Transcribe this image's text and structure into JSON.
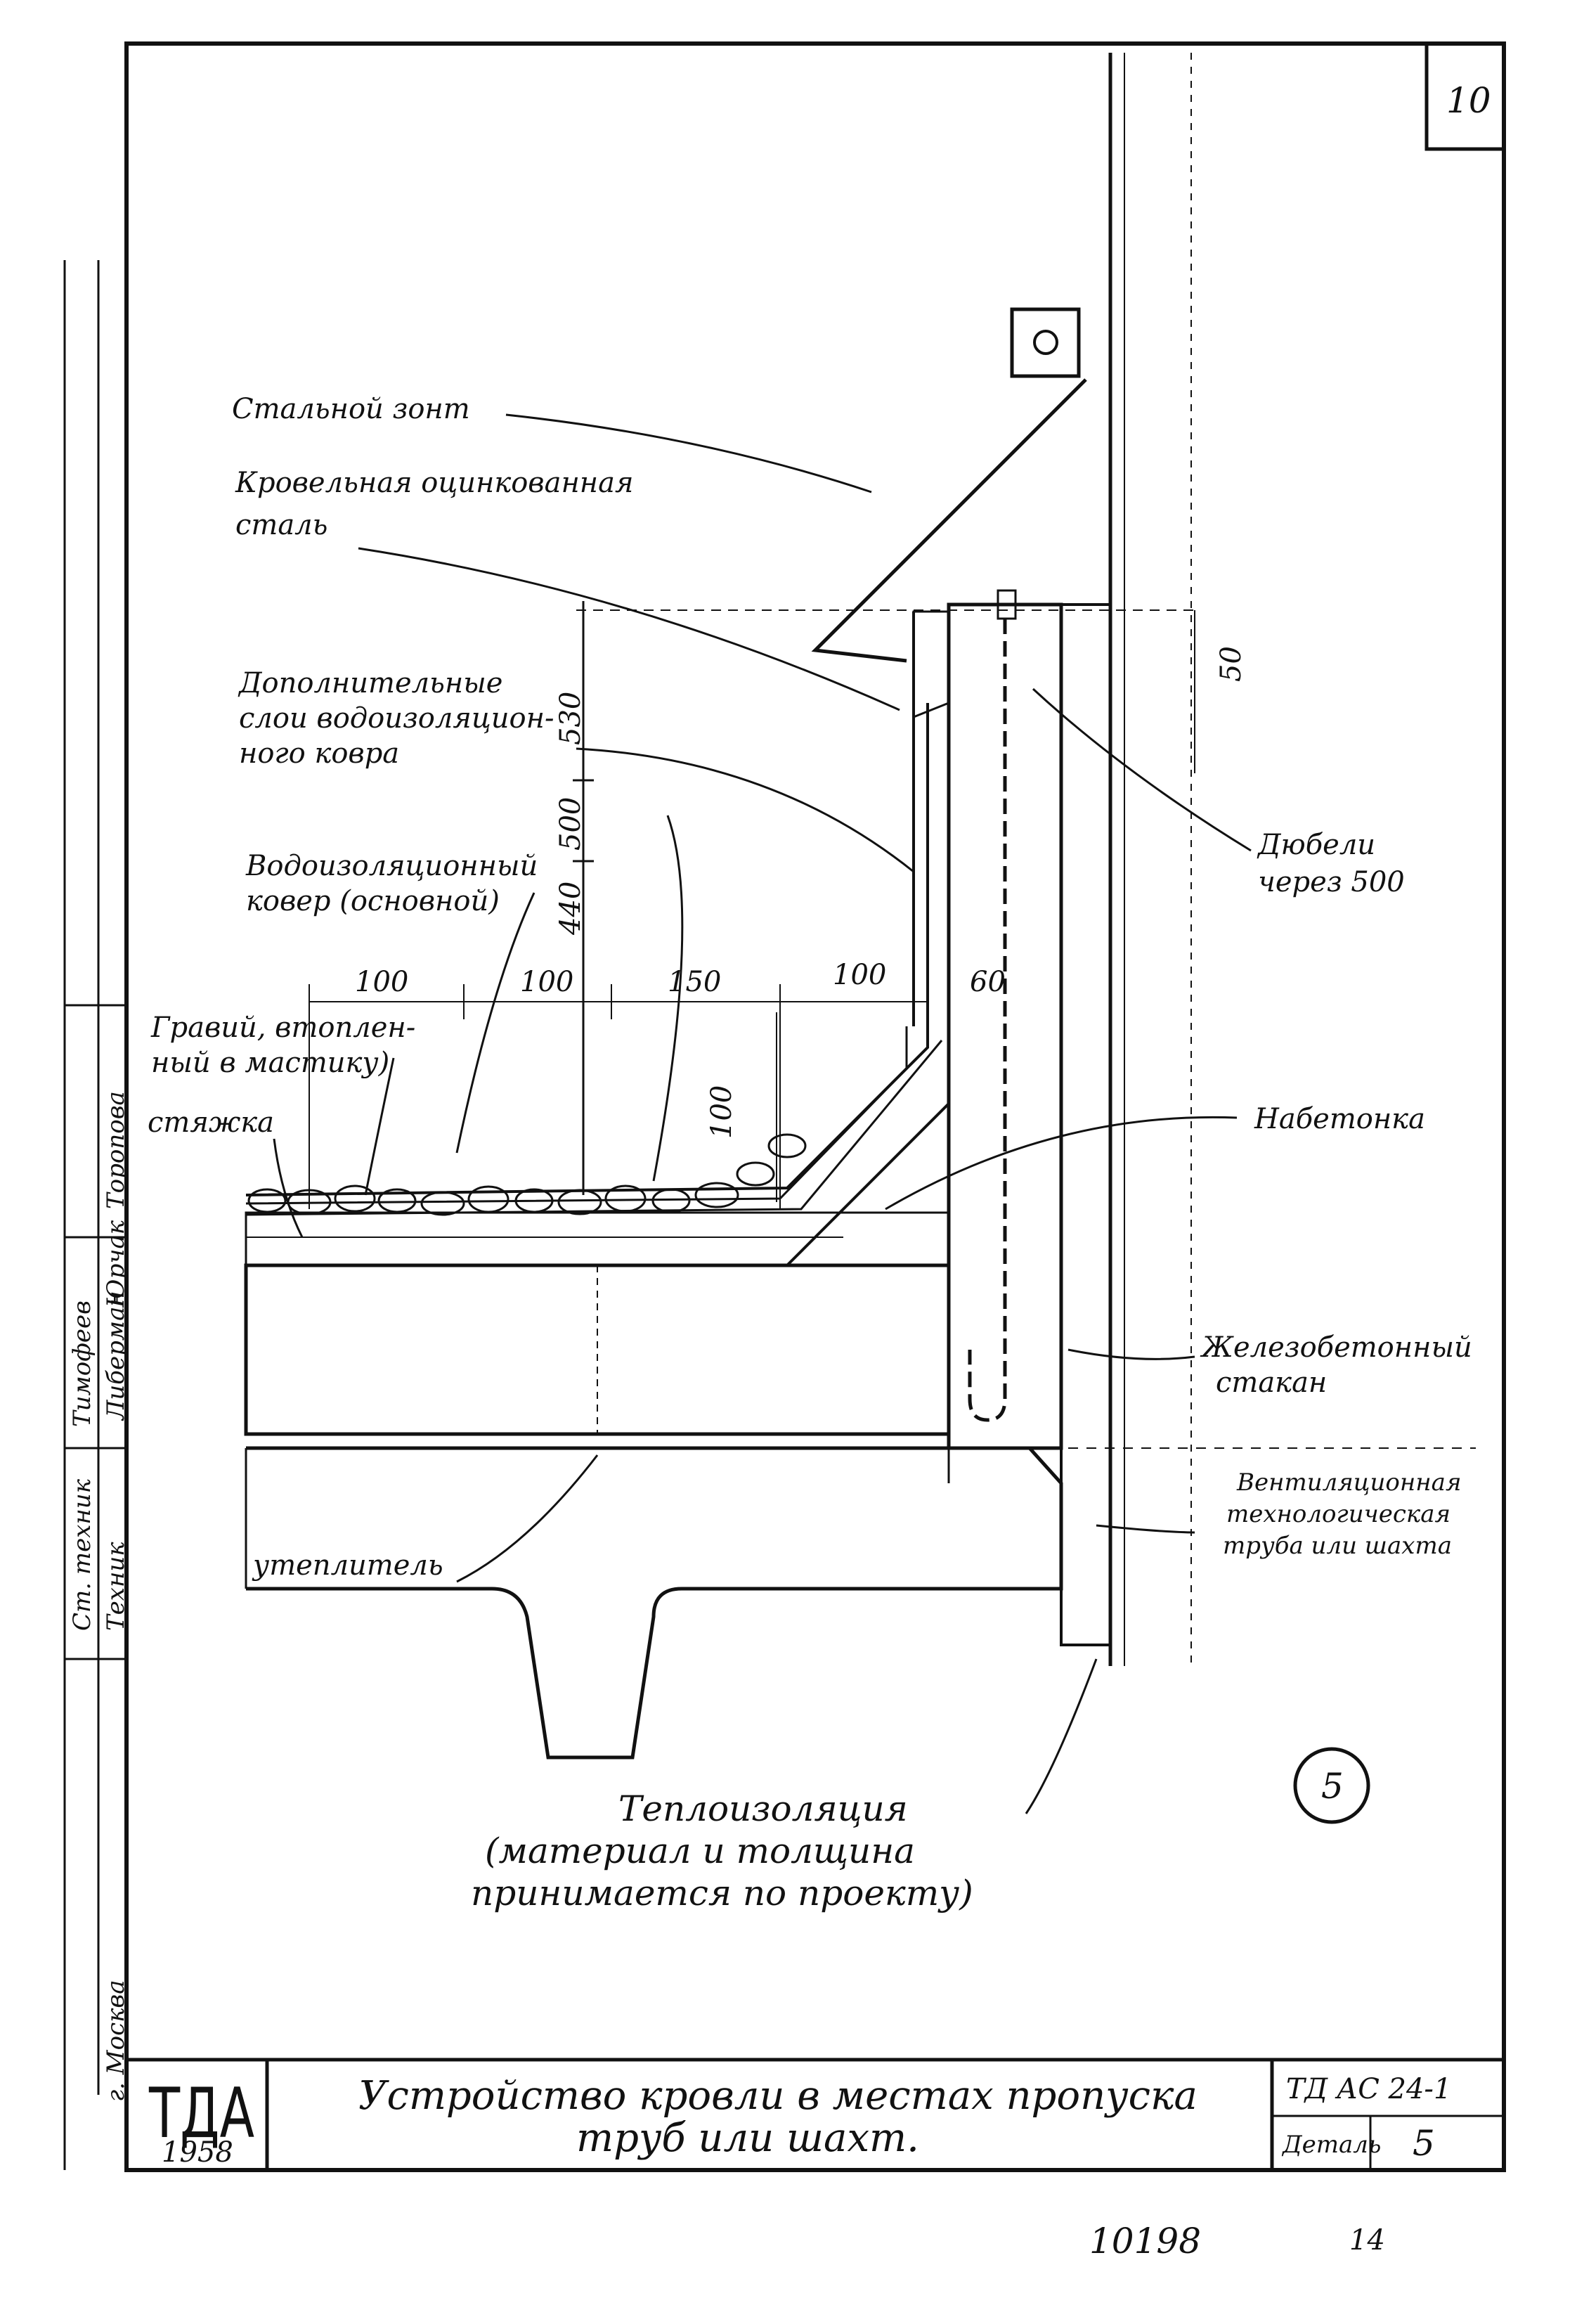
{
  "sheet": {
    "page_number": "10",
    "archive_number": "10198",
    "archive_suffix": "14"
  },
  "labels": {
    "steel_umbrella": "Стальной зонт",
    "roof_steel_1": "Кровельная оцинкованная",
    "roof_steel_2": "сталь",
    "extra_layers_1": "Дополнительные",
    "extra_layers_2": "слои водоизоляцион-",
    "extra_layers_3": "ного ковра",
    "main_carpet_1": "Водоизоляционный",
    "main_carpet_2": "ковер (основной)",
    "gravel_1": "Гравий, втоплен-",
    "gravel_2": "ный в мастику)",
    "screed": "стяжка",
    "insulation": "утеплитель",
    "dowels_1": "Дюбели",
    "dowels_2": "через 500",
    "concrete_topping": "Набетонка",
    "rc_sleeve_1": "Железобетонный",
    "rc_sleeve_2": "стакан",
    "vent_pipe_1": "Вентиляционная",
    "vent_pipe_2": "технологическая",
    "vent_pipe_3": "труба или шахта",
    "thermal_1": "Теплоизоляция",
    "thermal_2": "(материал и толщина",
    "thermal_3": "принимается по проекту)",
    "detail_marker": "5"
  },
  "dimensions": {
    "d530": "530",
    "d500": "500",
    "d440": "440",
    "d50": "50",
    "d100a": "100",
    "d100b": "100",
    "d150": "150",
    "d100c": "100",
    "d60": "60",
    "d100v": "100"
  },
  "side_strip": {
    "cell1": "Торопова",
    "cell2": "Юрчак",
    "cell3": "Тимофеев",
    "cell4": "Либерман",
    "cell5": "Ст. техник",
    "cell6": "Техник",
    "city": "г. Москва"
  },
  "title_block": {
    "org": "ТДА",
    "year": "1958",
    "title_1": "Устройство кровли в местах пропуска",
    "title_2": "труб или шахт.",
    "code": "ТД АС 24-1",
    "detail_label": "Деталь",
    "detail_value": "5"
  },
  "colors": {
    "ink": "#111111",
    "paper": "#ffffff"
  }
}
